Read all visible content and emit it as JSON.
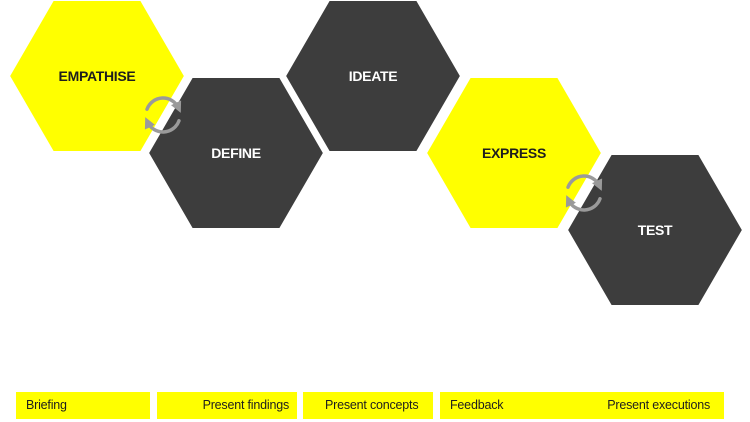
{
  "colors": {
    "yellow": "#ffff00",
    "dark": "#3d3d3d",
    "arrow": "#9a9a9a",
    "dark_text": "#1e1e1e",
    "light_text": "#ffffff"
  },
  "phases": [
    {
      "label": "EMPATHISE",
      "fill": "yellow"
    },
    {
      "label": "DEFINE",
      "fill": "dark"
    },
    {
      "label": "IDEATE",
      "fill": "dark"
    },
    {
      "label": "EXPRESS",
      "fill": "yellow"
    },
    {
      "label": "TEST",
      "fill": "dark"
    }
  ],
  "cycle_icons": [
    "cycle-arrows-icon",
    "cycle-arrows-icon"
  ],
  "stages": [
    {
      "label": "Briefing"
    },
    {
      "label": "Present findings"
    },
    {
      "label": "Present concepts"
    },
    {
      "label": "Feedback"
    },
    {
      "label": "Present executions"
    }
  ]
}
